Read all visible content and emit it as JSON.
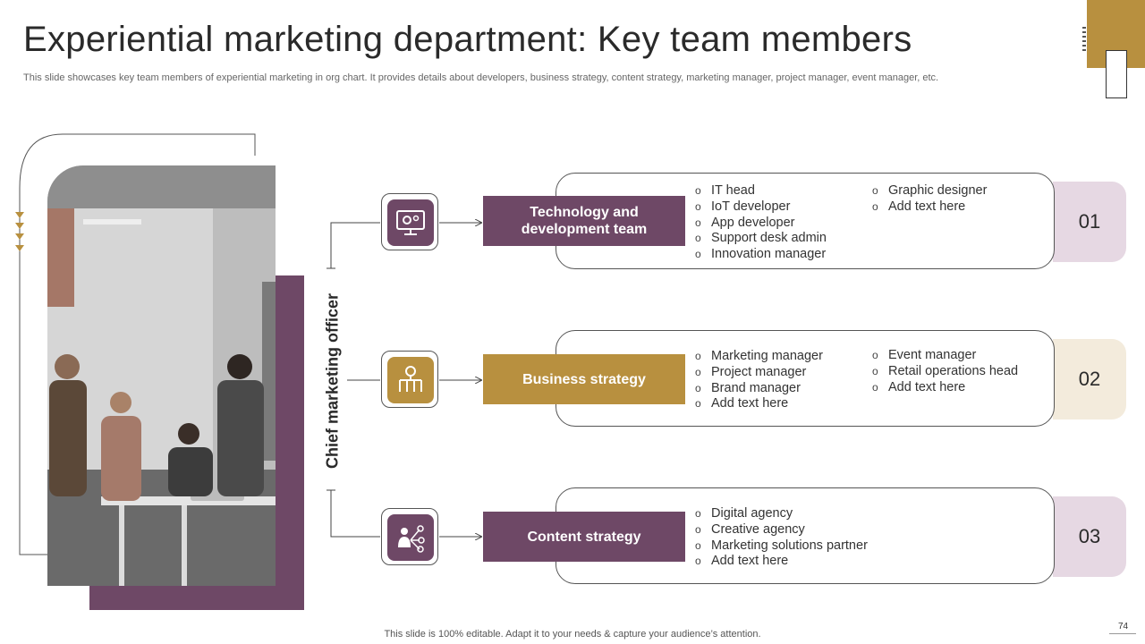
{
  "header": {
    "title": "Experiential marketing department: Key team members",
    "subtitle": "This slide showcases key team members of experiential marketing in org chart. It provides details about developers, business strategy, content strategy, marketing manager, project manager, event manager, etc."
  },
  "side_label": "Chief marketing officer",
  "colors": {
    "purple": "#6e4866",
    "gold": "#b8903f",
    "lilac": "#e6d8e3",
    "cream": "#f3ebdc"
  },
  "rows": [
    {
      "number": "01",
      "label": "Technology and development team",
      "icon": "monitor-gear-icon",
      "col1": [
        "IT head",
        "IoT developer",
        "App developer",
        "Support desk admin",
        "Innovation  manager"
      ],
      "col2": [
        "Graphic designer",
        "Add text here"
      ]
    },
    {
      "number": "02",
      "label": "Business strategy",
      "icon": "org-chart-icon",
      "col1": [
        "Marketing  manager",
        "Project manager",
        "Brand manager",
        "Add text here"
      ],
      "col2": [
        "Event manager",
        "Retail operations head",
        "Add text here"
      ]
    },
    {
      "number": "03",
      "label": "Content strategy",
      "icon": "person-network-icon",
      "col1": [
        "Digital agency",
        "Creative agency",
        "Marketing  solutions partner",
        "Add text here"
      ],
      "col2": []
    }
  ],
  "footer": {
    "note": "This slide is 100% editable. Adapt it to your needs & capture your audience’s attention.",
    "page_number": "74"
  }
}
